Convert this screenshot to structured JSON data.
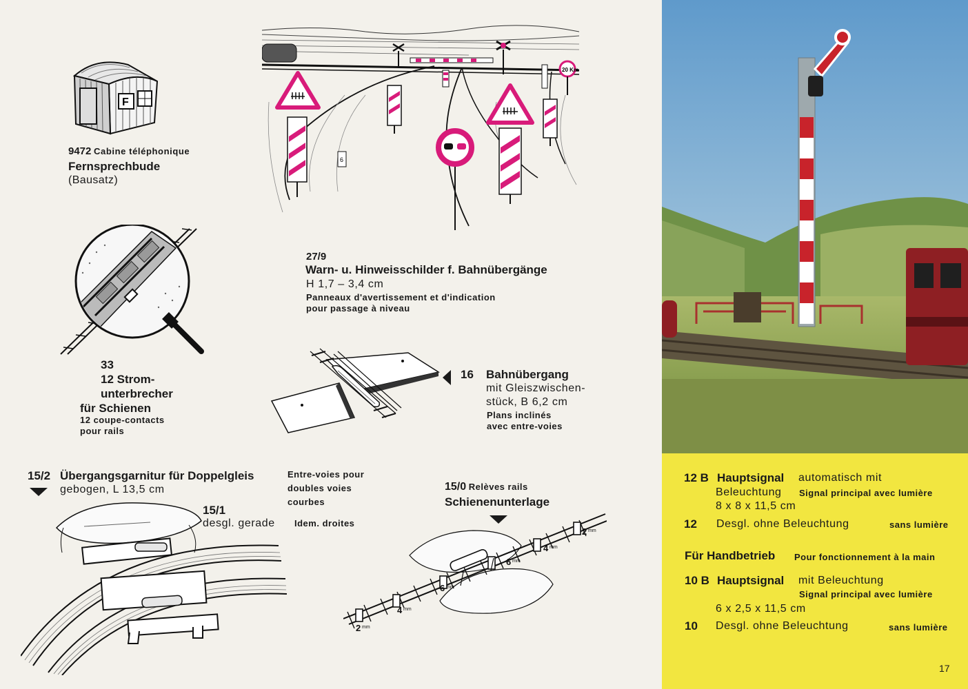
{
  "items": {
    "i9472": {
      "number": "9472",
      "fr": "Cabine téléphonique",
      "de": "Fernsprechbude",
      "note": "(Bausatz)"
    },
    "i279": {
      "number": "27/9",
      "de": "Warn- u. Hinweisschilder f. Bahnübergänge",
      "size": "H 1,7 – 3,4 cm",
      "fr1": "Panneaux d'avertissement et d'indication",
      "fr2": "pour passage à niveau"
    },
    "i33": {
      "number": "33",
      "de1": "12 Strom-",
      "de2": "unterbrecher",
      "de3": "für Schienen",
      "fr1": "12 coupe-contacts",
      "fr2": "pour rails"
    },
    "i16": {
      "number": "16",
      "de1": "Bahnübergang",
      "de2": "mit Gleiszwischen-",
      "de3": "stück, B 6,2 cm",
      "fr1": "Plans inclinés",
      "fr2": "avec entre-voies"
    },
    "i152": {
      "number": "15/2",
      "de1": "Übergangsgarnitur für Doppelgleis",
      "de2": "gebogen, L 13,5 cm",
      "fr1": "Entre-voies pour",
      "fr2": "doubles voies",
      "fr3": "courbes"
    },
    "i151": {
      "number": "15/1",
      "de": "desgl. gerade",
      "fr": "Idem. droites"
    },
    "i150": {
      "number": "15/0",
      "fr": "Relèves rails",
      "de": "Schienenunterlage"
    }
  },
  "sign_labels": {
    "speed": "20 Km",
    "km_post": "6"
  },
  "measure_labels": {
    "two": "2",
    "four": "4",
    "six": "6",
    "unit": "mm"
  },
  "panel": {
    "r1_num": "12 B",
    "r1_name": "Hauptsignal",
    "r1_desc": "automatisch mit",
    "r2_de": "Beleuchtung",
    "r2_fr": "Signal principal avec lumière",
    "r3_size": "8 x 8 x 11,5 cm",
    "r4_num": "12",
    "r4_de": "Desgl. ohne Beleuchtung",
    "r4_fr": "sans lumière",
    "r5_de": "Für Handbetrieb",
    "r5_fr": "Pour fonctionnement à la main",
    "r6_num": "10 B",
    "r6_name": "Hauptsignal",
    "r6_desc": "mit Beleuchtung",
    "r7_fr": "Signal principal avec lumière",
    "r8_size": "6 x 2,5 x 11,5 cm",
    "r9_num": "10",
    "r9_de": "Desgl. ohne Beleuchtung",
    "r9_fr": "sans lumière"
  },
  "page_number": "17",
  "colors": {
    "magenta": "#d81b7a",
    "yellow": "#f2e640",
    "sky": "#7fb2d6",
    "ink": "#1a1a1a"
  }
}
